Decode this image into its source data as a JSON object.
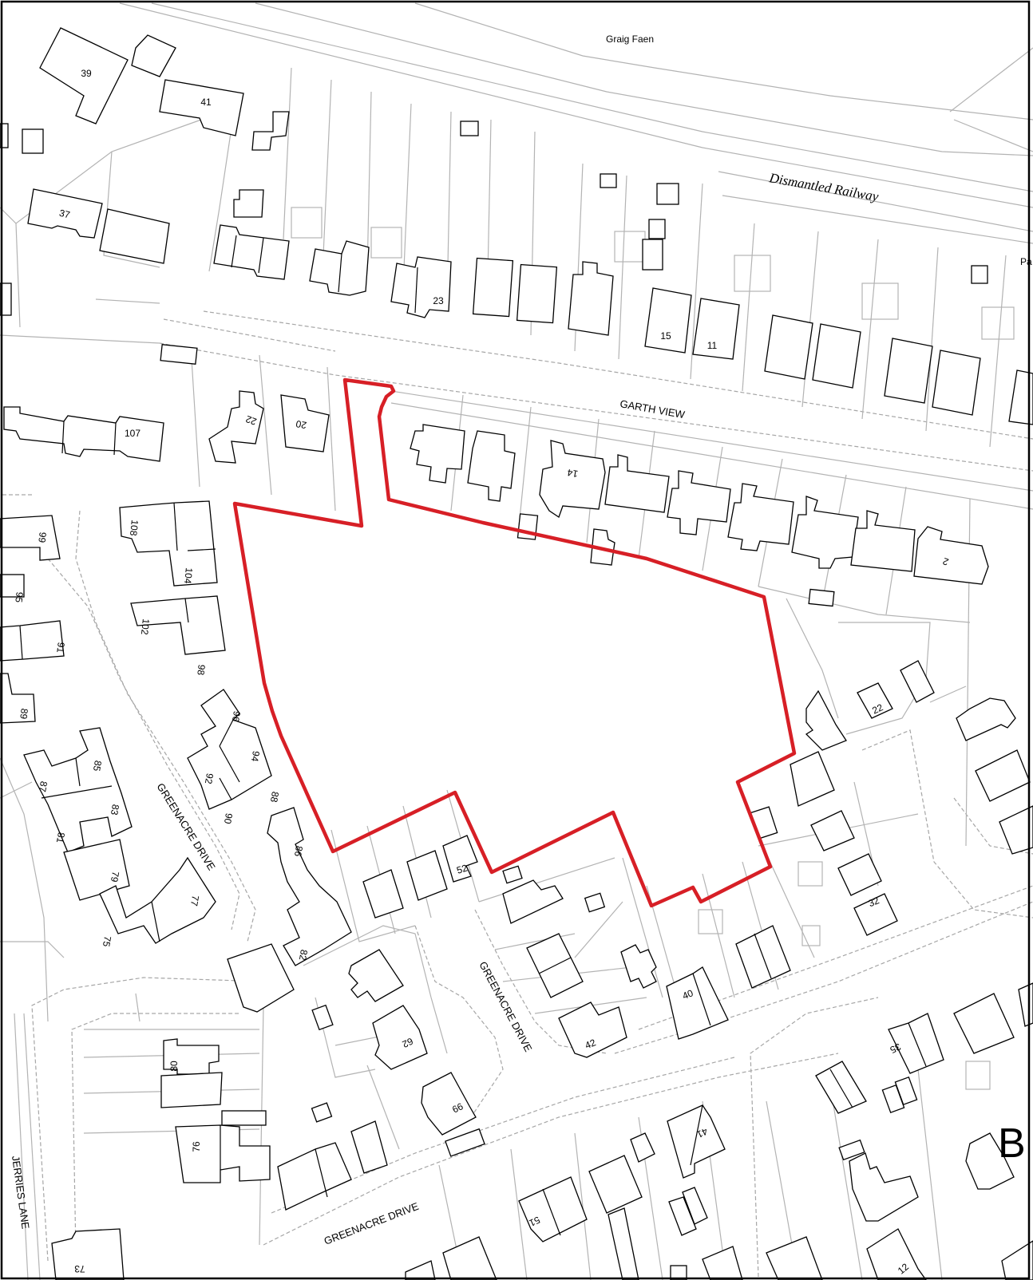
{
  "map": {
    "frame_color": "#000000",
    "site_color": "#d71f26",
    "building_stroke": "#000000",
    "boundary_stroke": "#b3b3b3",
    "roads": {
      "garth_view": "GARTH VIEW",
      "greenacre_1": "GREENACRE DRIVE",
      "greenacre_2": "GREENACRE DRIVE",
      "greenacre_3": "GREENACRE DRIVE",
      "jerries_lane": "JERRIES LANE",
      "railway": "Dismantled Railway"
    },
    "places": {
      "graig_faen": "Graig Faen",
      "pa_cut": "Pa",
      "b_cut": "B"
    },
    "house_numbers": {
      "n39": "39",
      "n41a": "41",
      "n37": "37",
      "n23": "23",
      "n15": "15",
      "n11": "11",
      "n22a": "22",
      "n20": "20",
      "n107": "107",
      "n14": "14",
      "n2": "2",
      "n99": "99",
      "n108": "108",
      "n104": "104",
      "n95": "95",
      "n91": "91",
      "n102": "102",
      "n98": "98",
      "n89": "89",
      "n96": "96",
      "n94": "94",
      "n92": "92",
      "n88": "88",
      "n90": "90",
      "n87": "87",
      "n85": "85",
      "n83": "83",
      "n81": "81",
      "n79": "79",
      "n77": "77",
      "n75": "75",
      "n86": "86",
      "n82": "82",
      "n52": "52",
      "n22b": "22",
      "n32": "32",
      "n40": "40",
      "n42": "42",
      "n62": "62",
      "n66": "66",
      "n80": "80",
      "n76": "76",
      "n35": "35",
      "n41b": "41",
      "n51": "51",
      "n73": "73",
      "n12": "12"
    }
  }
}
